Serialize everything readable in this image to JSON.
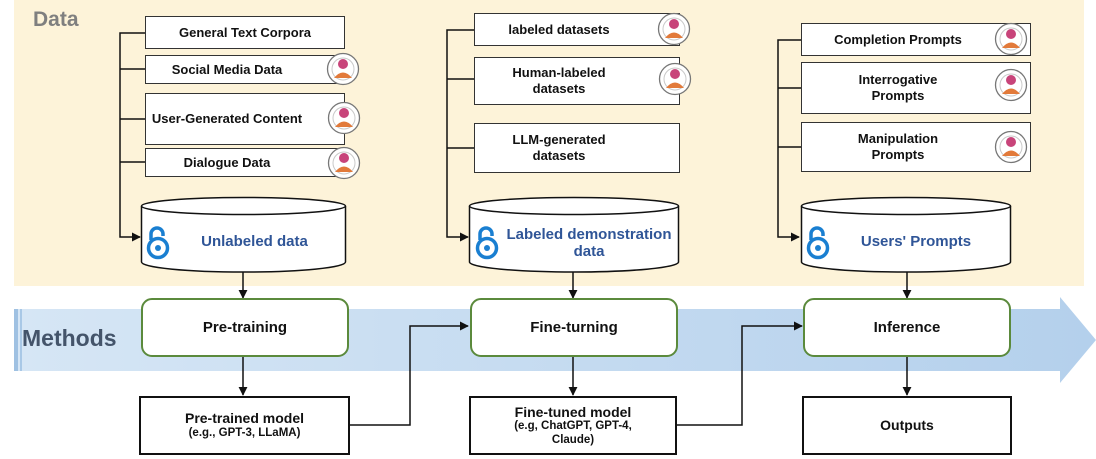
{
  "sections": {
    "data_label": "Data",
    "methods_label": "Methods"
  },
  "columns": [
    {
      "sources": [
        "General Text Corpora",
        "Social Media Data",
        "User-Generated Content",
        "Dialogue Data"
      ],
      "database": "Unlabeled data",
      "method": "Pre-training",
      "output": {
        "title": "Pre-trained model",
        "sub": "(e.g., GPT-3, LLaMA)"
      }
    },
    {
      "sources": [
        "labeled  datasets",
        "Human-labeled datasets",
        "LLM-generated datasets"
      ],
      "database": "Labeled demonstration data",
      "method": "Fine-turning",
      "output": {
        "title": "Fine-tuned model",
        "sub": "(e.g, ChatGPT, GPT-4, Claude)"
      }
    },
    {
      "sources": [
        "Completion Prompts",
        "Interrogative Prompts",
        "Manipulation Prompts"
      ],
      "database": "Users' Prompts",
      "method": "Inference",
      "output": {
        "title": "Outputs",
        "sub": ""
      }
    }
  ],
  "colors": {
    "data_band": "#fdf3d9",
    "methods_arrow": "#bdd7ee",
    "method_border": "#5b8a3c",
    "db_text": "#2f5597",
    "lock_icon": "#1a7fd1",
    "avatar_icon": "#c8447a"
  },
  "icons": {
    "avatar": "user-avatar-icon",
    "lock": "open-access-lock-icon"
  }
}
